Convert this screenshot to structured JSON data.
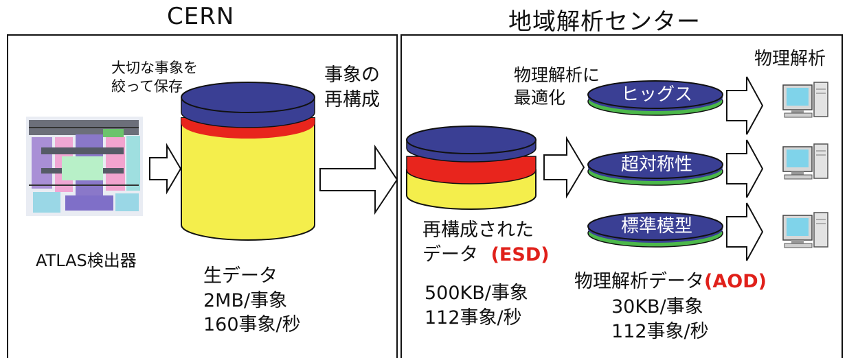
{
  "cern": {
    "title": "CERN",
    "note_line1": "大切な事象を",
    "note_line2": "絞って保存",
    "detector_label": "ATLAS検出器",
    "raw_line1": "生データ",
    "raw_line2": "2MB/事象",
    "raw_line3": "160事象/秒",
    "reco_line1": "事象の",
    "reco_line2": "再構成"
  },
  "regional": {
    "title": "地域解析センター",
    "opt_line1": "物理解析に",
    "opt_line2": "最適化",
    "esd_line1": "再構成された",
    "esd_line2": "データ",
    "esd_tag": "(ESD)",
    "esd_rate1": "500KB/事象",
    "esd_rate2": "112事象/秒",
    "analysis_label": "物理解析",
    "aod_label": "物理解析データ",
    "aod_tag": "(AOD)",
    "aod_rate1": "30KB/事象",
    "aod_rate2": "112事象/秒",
    "disks": [
      "ヒッグス",
      "超対称性",
      "標準模型"
    ]
  },
  "colors": {
    "navy": "#3a3f94",
    "yellow": "#f4ee4c",
    "red": "#e8251d",
    "green": "#4cb84a",
    "accent_text": "#e0201a"
  }
}
